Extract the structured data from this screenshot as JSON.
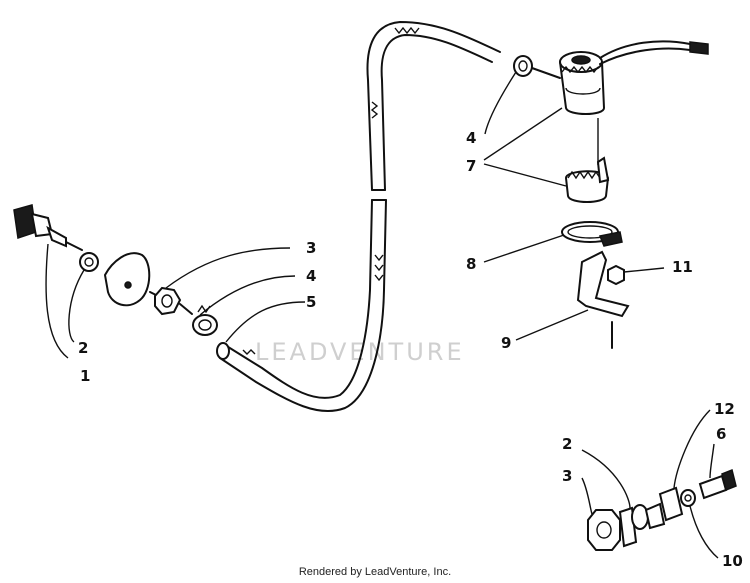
{
  "callouts": {
    "c1": "1",
    "c2a": "2",
    "c2b": "2",
    "c3a": "3",
    "c3b": "3",
    "c4a": "4",
    "c4b": "4",
    "c5": "5",
    "c6": "6",
    "c7": "7",
    "c8": "8",
    "c9": "9",
    "c10": "10",
    "c11": "11",
    "c12": "12"
  },
  "watermark": "LEADVENTURE",
  "footer": "Rendered by LeadVenture, Inc.",
  "colors": {
    "ink": "#111111",
    "watermark": "#cfcfcf"
  }
}
